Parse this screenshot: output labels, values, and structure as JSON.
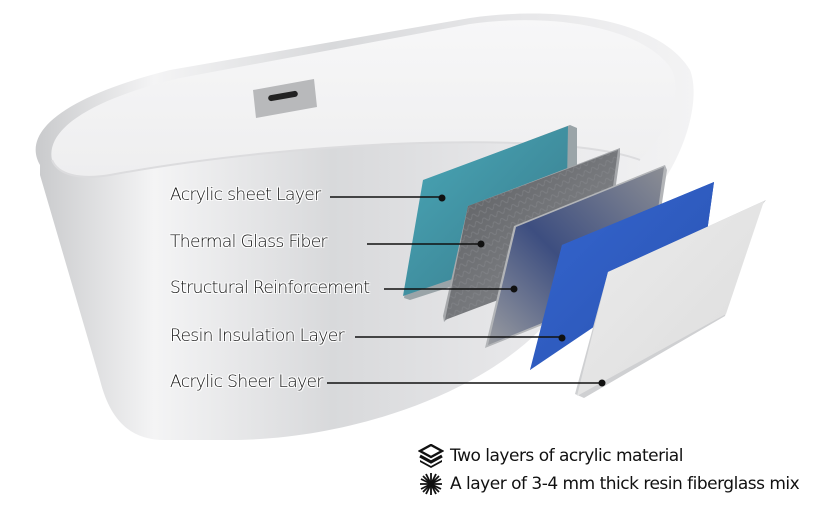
{
  "diagram": {
    "subject": "Freestanding bathtub exploded wall layers",
    "layers": [
      {
        "label": "Acrylic sheet Layer",
        "color": "#3f8fa0"
      },
      {
        "label": "Thermal Glass Fiber",
        "color": "#5b5d60"
      },
      {
        "label": "Structural Reinforcement",
        "color": "#3b4f86"
      },
      {
        "label": "Resin Insulation Layer",
        "color": "#2f5bc4"
      },
      {
        "label": "Acrylic Sheer Layer",
        "color": "#e4e4e4"
      }
    ]
  },
  "legend": {
    "items": [
      {
        "icon": "layers-stack-icon",
        "text": "Two layers of acrylic material"
      },
      {
        "icon": "fiber-mesh-icon",
        "text": "A layer of 3-4 mm thick resin fiberglass mix"
      }
    ]
  }
}
